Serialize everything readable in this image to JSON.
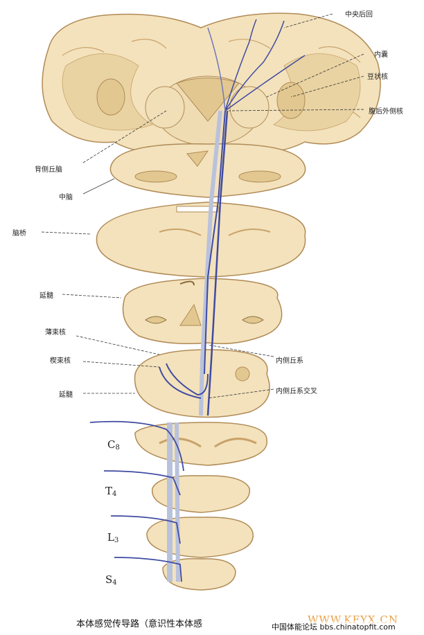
{
  "labels": {
    "postcentral_gyrus": "中央后回",
    "internal_capsule": "内囊",
    "lentiform_nucleus": "豆状核",
    "vpl_nucleus": "腹后外侧核",
    "dorsal_thalamus": "背侧丘脑",
    "midbrain": "中脑",
    "pons": "脑桥",
    "medulla_upper": "延髓",
    "gracile_nucleus": "薄束核",
    "cuneate_nucleus": "楔束核",
    "medulla_lower": "延髓",
    "medial_lemniscus": "内侧丘系",
    "lemniscus_decussation": "内侧丘系交叉"
  },
  "segments": {
    "c8": {
      "letter": "C",
      "num": "8"
    },
    "t4": {
      "letter": "T",
      "num": "4"
    },
    "l3": {
      "letter": "L",
      "num": "3"
    },
    "s4": {
      "letter": "S",
      "num": "4"
    }
  },
  "caption": "本体感觉传导路（意识性本体感",
  "watermark": {
    "site": "WWW.KFYX.CN",
    "forum": "中国体能论坛 bbs.chinatopfit.com"
  },
  "colors": {
    "tissue": "#f3e2bc",
    "tissue_outline": "#b08a55",
    "gray_matter": "#e2c890",
    "tract_blue": "#3f4aa0",
    "tract_light": "#b9c2dc"
  }
}
